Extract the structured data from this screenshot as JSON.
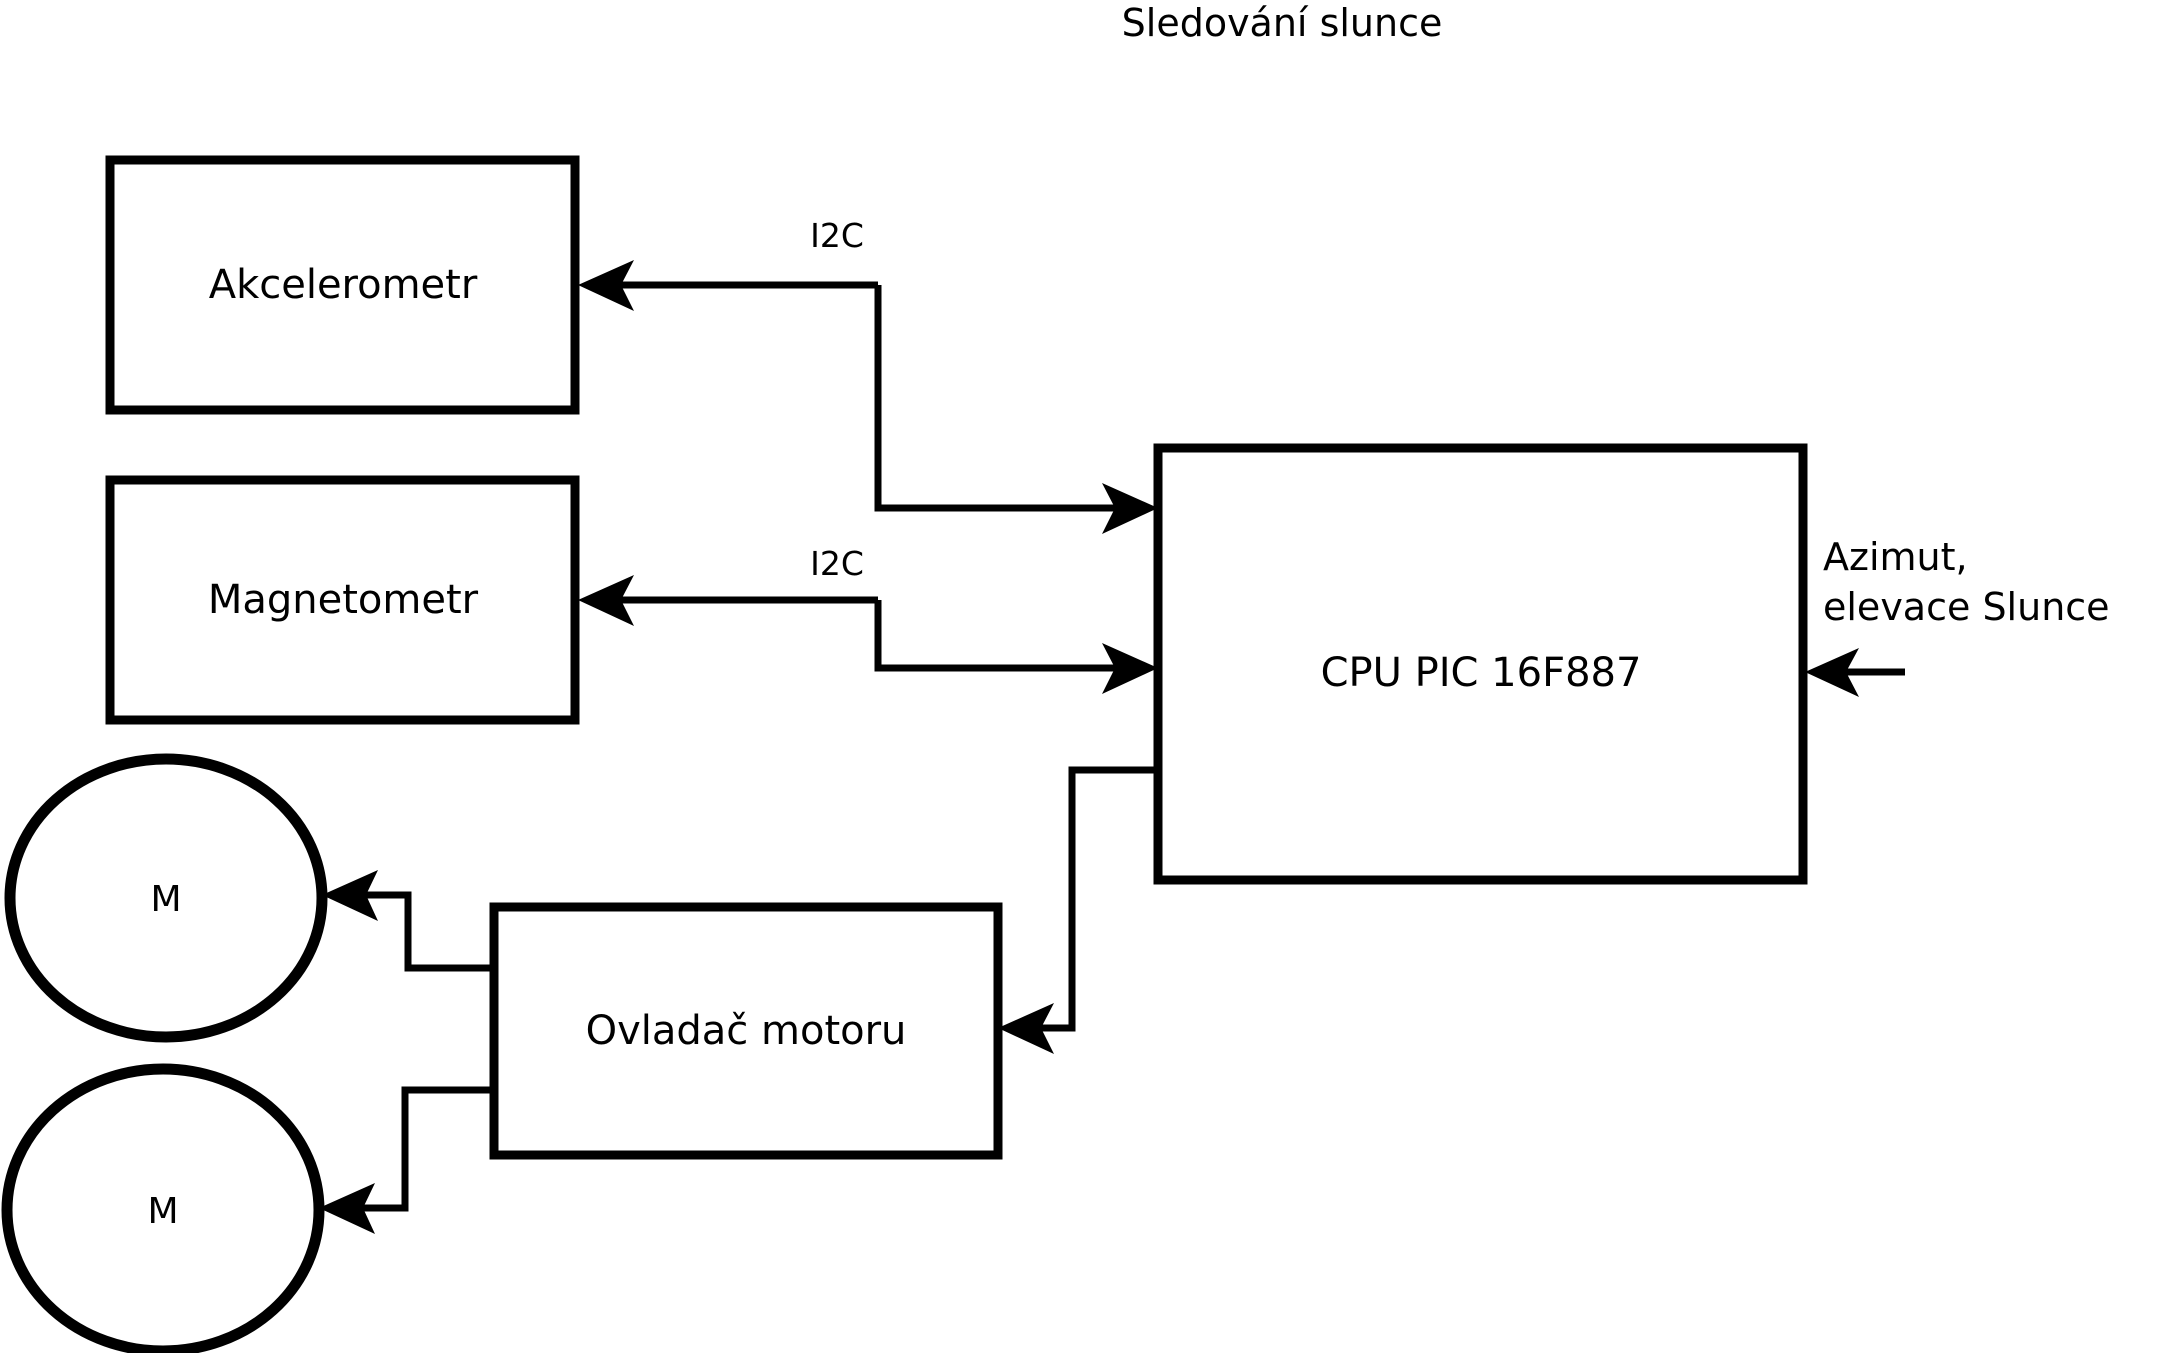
{
  "diagram": {
    "title": "Sledování slunce",
    "nodes": [
      {
        "id": "akcelerometr",
        "label": "Akcelerometr",
        "shape": "rect"
      },
      {
        "id": "magnetometr",
        "label": "Magnetometr",
        "shape": "rect"
      },
      {
        "id": "cpu",
        "label": "CPU PIC 16F887",
        "shape": "rect"
      },
      {
        "id": "ovladac",
        "label": "Ovladač motoru",
        "shape": "rect"
      },
      {
        "id": "motor-top",
        "label": "M",
        "shape": "circle"
      },
      {
        "id": "motor-bottom",
        "label": "M",
        "shape": "circle"
      }
    ],
    "edge_labels": {
      "i2c_accelerometer": "I2C",
      "i2c_magnetometer": "I2C"
    },
    "side_label": {
      "line1": "Azimut,",
      "line2": "elevace Slunce"
    },
    "colors": {
      "stroke": "#000000",
      "fill": "#ffffff",
      "background": "#ffffff"
    }
  }
}
